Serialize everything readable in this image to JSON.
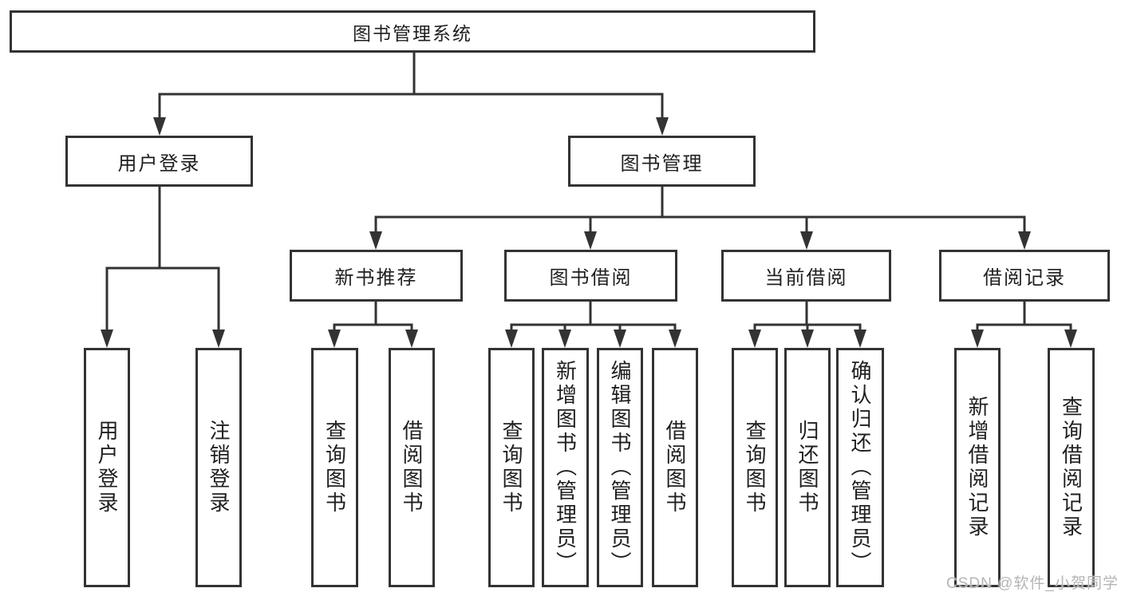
{
  "diagram": {
    "root": {
      "label": "图书管理系统"
    },
    "level2": [
      {
        "label": "用户登录"
      },
      {
        "label": "图书管理"
      }
    ],
    "level3": [
      {
        "label": "新书推荐"
      },
      {
        "label": "图书借阅"
      },
      {
        "label": "当前借阅"
      },
      {
        "label": "借阅记录"
      }
    ],
    "leaves": [
      {
        "label": "用户登录"
      },
      {
        "label": "注销登录"
      },
      {
        "label": "查询图书"
      },
      {
        "label": "借阅图书"
      },
      {
        "label": "查询图书"
      },
      {
        "label": "新增图书（管理员）"
      },
      {
        "label": "编辑图书（管理员）"
      },
      {
        "label": "借阅图书"
      },
      {
        "label": "查询图书"
      },
      {
        "label": "归还图书"
      },
      {
        "label": "确认归还（管理员）"
      },
      {
        "label": "新增借阅记录"
      },
      {
        "label": "查询借阅记录"
      }
    ]
  },
  "watermark": {
    "text": "CSDN @软件_小贺同学"
  },
  "colors": {
    "line": "#333333",
    "text": "#1f1f1f",
    "background": "#ffffff",
    "watermark": "#b5b5b5"
  }
}
